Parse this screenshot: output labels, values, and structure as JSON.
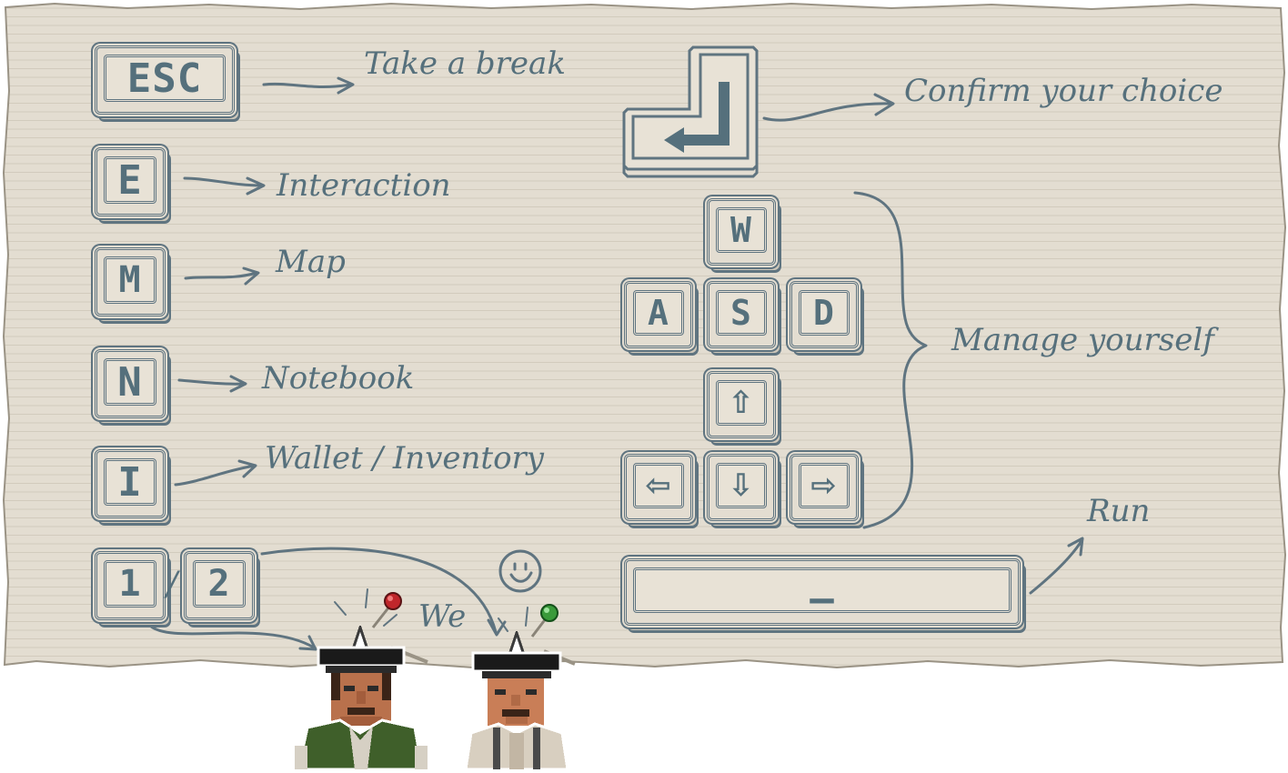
{
  "keys": {
    "esc": "ESC",
    "e": "E",
    "m": "M",
    "n": "N",
    "i": "I",
    "one": "1",
    "two": "2",
    "w": "W",
    "a": "A",
    "s": "S",
    "d": "D",
    "arrow_up": "⇧",
    "arrow_left": "⇦",
    "arrow_down": "⇩",
    "arrow_right": "⇨",
    "space": "—",
    "enter": "↵"
  },
  "labels": {
    "esc": "Take a break",
    "e": "Interaction",
    "m": "Map",
    "n": "Notebook",
    "i": "Wallet / Inventory",
    "characters": "We",
    "enter": "Confirm your choice",
    "movement": "Manage yourself",
    "space": "Run",
    "separator": "/"
  },
  "colors": {
    "paper": "#e3ddd1",
    "ink": "#5f7480",
    "pin_red": "#c0262b",
    "pin_green": "#3a9a3a"
  }
}
